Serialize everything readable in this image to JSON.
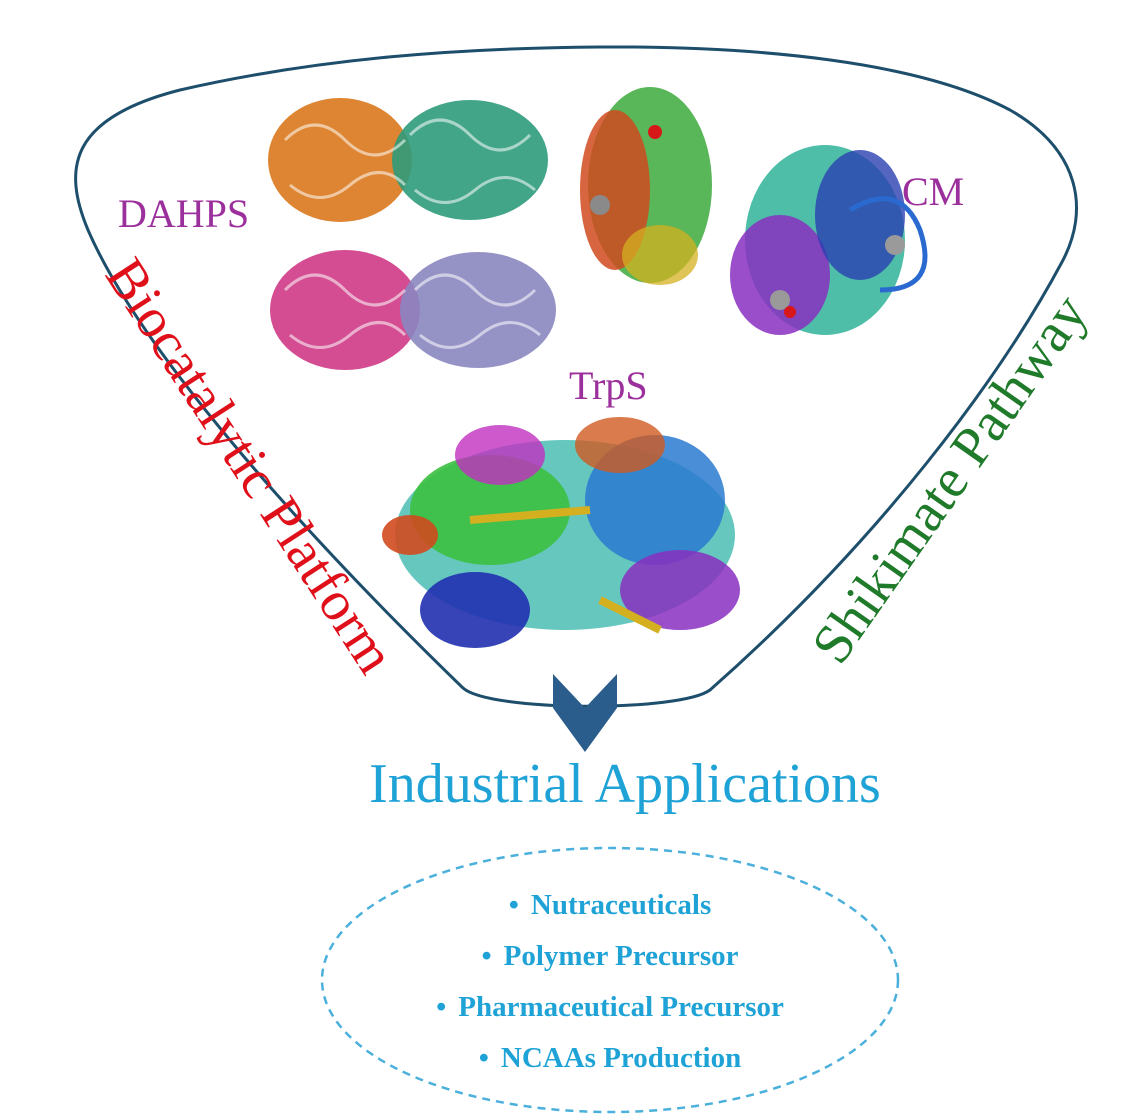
{
  "enzymes": {
    "dahps": "DAHPS",
    "cm": "CM",
    "trps": "TrpS"
  },
  "side_labels": {
    "left": "Biocatalytic Platform",
    "right": "Shikimate Pathway"
  },
  "title": "Industrial Applications",
  "applications": [
    "Nutraceuticals",
    "Polymer Precursor",
    "Pharmaceutical Precursor",
    "NCAAs Production"
  ],
  "colors": {
    "funnel_outline": "#1d4e6b",
    "arrow": "#2a5d8c",
    "left_label": "#e0101a",
    "right_label": "#1f7a2a",
    "enzyme_label": "#9b2f9b",
    "title": "#1fa3d6",
    "ellipse": "#4bb0dc"
  },
  "icons": {
    "arrow": "chevron-down-arrow-icon",
    "dahps": "protein-structure-icon",
    "cm": "protein-structure-icon",
    "trps": "protein-structure-icon"
  }
}
